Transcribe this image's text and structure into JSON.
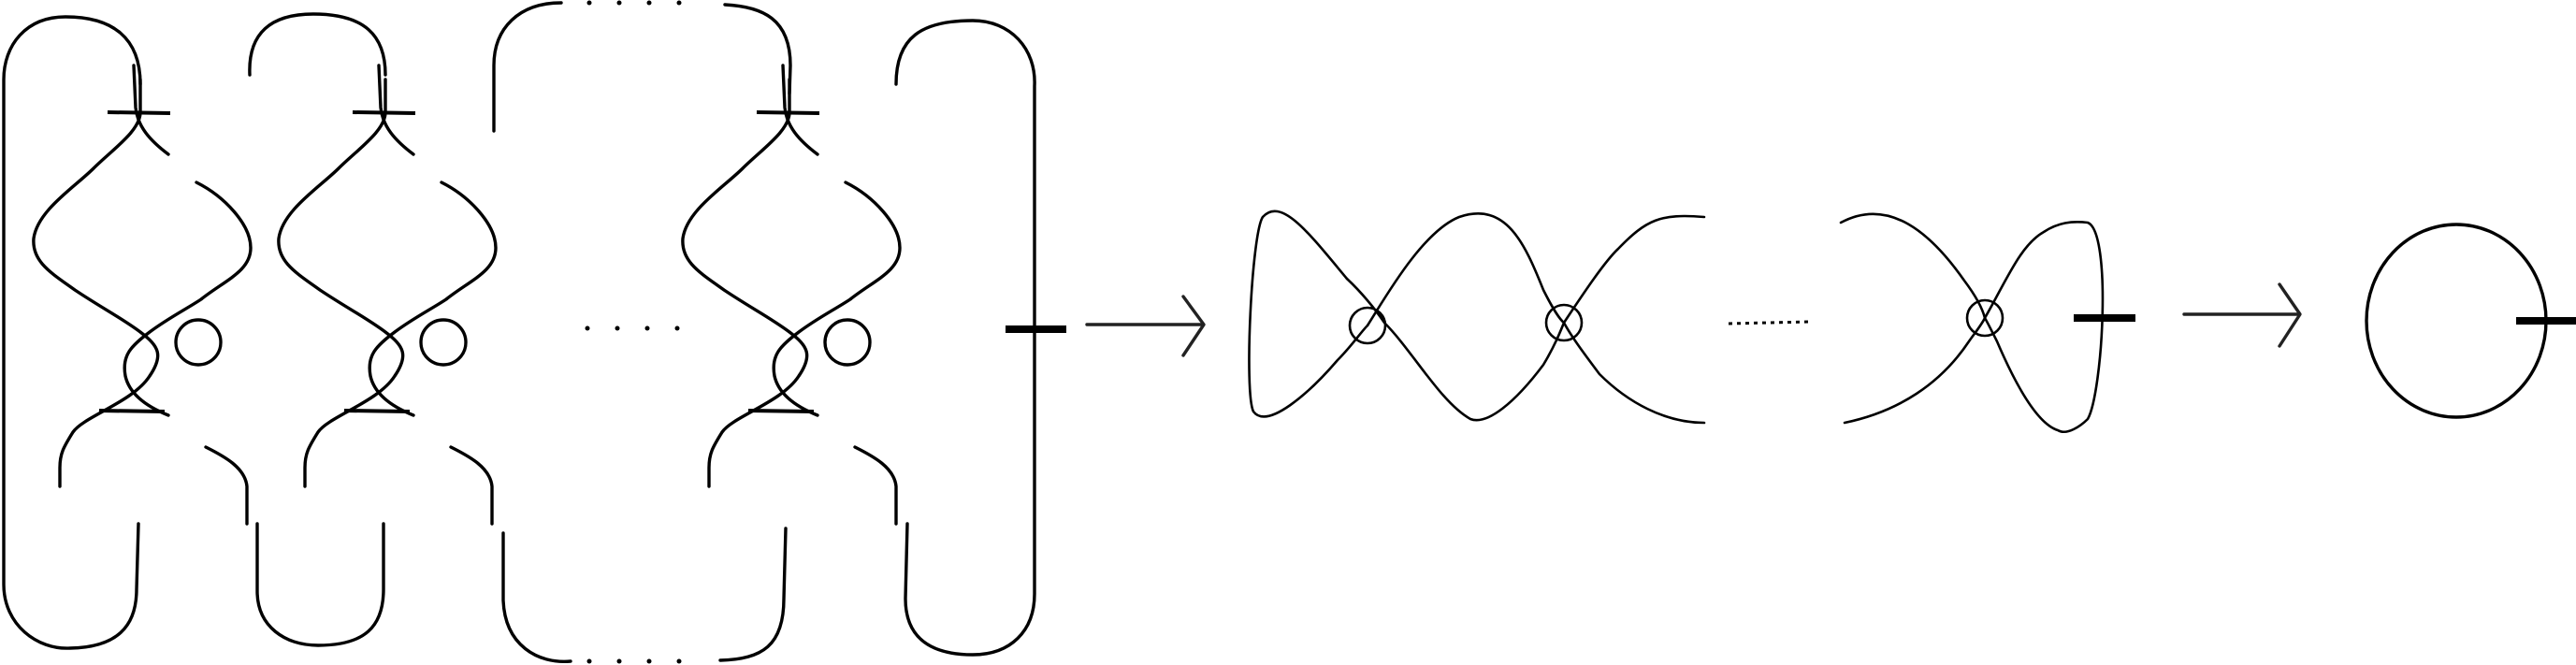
{
  "figure": {
    "stages": [
      {
        "id": "stage-1",
        "kind": "virtual-knot-diagram-chain",
        "repeated_block_count_visible": 3
      },
      {
        "id": "stage-2",
        "kind": "single-component-curve-with-virtual-crossings"
      },
      {
        "id": "stage-3",
        "kind": "trivial-circle-with-marker"
      }
    ],
    "arrows": 2,
    "ellipses": [
      "horizontal-dots-top",
      "horizontal-dots-middle",
      "horizontal-dots-bottom",
      "dotted-gap-curve"
    ]
  }
}
